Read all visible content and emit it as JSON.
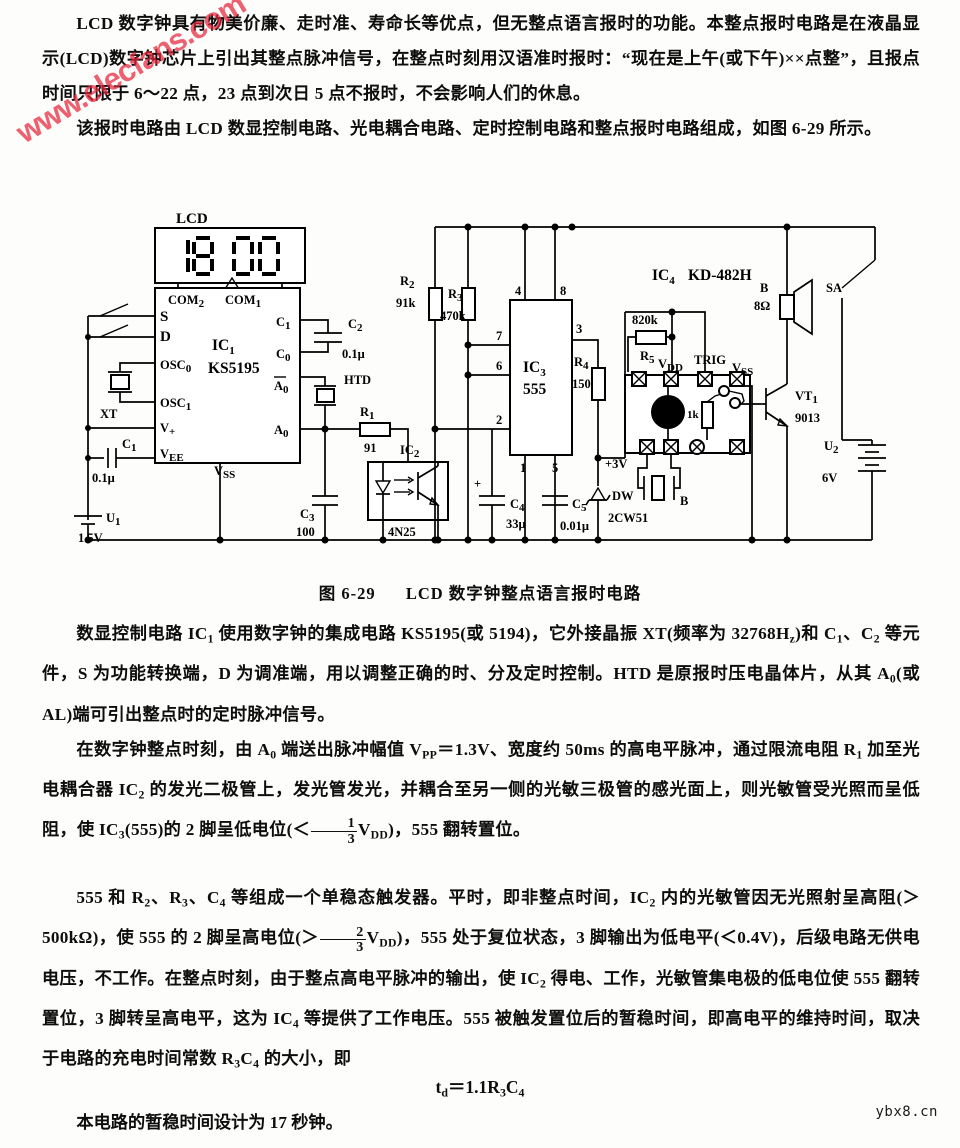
{
  "watermarks": {
    "diagonal": "www.elecfans.com",
    "bottom_right": "ybx8.cn"
  },
  "paragraphs": {
    "p1": "LCD 数字钟具有物美价廉、走时准、寿命长等优点，但无整点语言报时的功能。本整点报时电路是在液晶显示(LCD)数字钟芯片上引出其整点脉冲信号，在整点时刻用汉语准时报时：“现在是上午(或下午)××点整”，且报点时间只限于 6～22 点，23 点到次日 5 点不报时，不会影响人们的休息。",
    "p2": "该报时电路由 LCD 数显控制电路、光电耦合电路、定时控制电路和整点报时电路组成，如图 6-29 所示。",
    "p3_a": "数显控制电路 IC",
    "p3_b": " 使用数字钟的集成电路 KS5195(或 5194)，它外接晶振 XT(频率为 32768H",
    "p3_c": ")和 C",
    "p3_d": "、C",
    "p3_e": " 等元件，S 为功能转换端，D 为调准端，用以调整正确的时、分及定时控制。HTD 是原报时压电晶体片，从其 A",
    "p3_f": "(或 AL)端可引出整点时的定时脉冲信号。",
    "p4_a": "在数字钟整点时刻，由 A",
    "p4_b": " 端送出脉冲幅值 V",
    "p4_c": "＝1.3V、宽度约 50ms 的高电平脉冲，通过限流电阻 R",
    "p4_d": " 加至光电耦合器 IC",
    "p4_e": " 的发光二极管上，发光管发光，并耦合至另一侧的光敏三极管的感光面上，则光敏管受光照而呈低阻，使 IC",
    "p4_f": "(555)的 2 脚呈低电位(＜",
    "p4_g": "V",
    "p4_h": ")，555 翻转置位。",
    "p5_a": "555 和 R",
    "p5_b": "、R",
    "p5_c": "、C",
    "p5_d": " 等组成一个单稳态触发器。平时，即非整点时间，IC",
    "p5_e": " 内的光敏管因无光照射呈高阻(＞500kΩ)，使 555 的 2 脚呈高电位(＞",
    "p5_f": "V",
    "p5_g": ")，555 处于复位状态，3 脚输出为低电平(＜0.4V)，后级电路无供电电压，不工作。在整点时刻，由于整点高电平脉冲的输出，使 IC",
    "p5_h": " 得电、工作，光敏管集电极的低电位使 555 翻转置位，3 脚转呈高电平，这为 IC",
    "p5_i": " 等提供了工作电压。555 被触发置位后的暂稳时间，即高电平的维持时间，取决于电路的充电时间常数 R",
    "p5_j": "C",
    "p5_k": " 的大小，即",
    "p6": "本电路的暂稳时间设计为 17 秒钟。"
  },
  "formula": {
    "lhs": "t",
    "lhs_sub": "d",
    "eq": "＝1.1R",
    "r_sub": "3",
    "c": "C",
    "c_sub": "4"
  },
  "caption": {
    "number": "图 6-29",
    "title": "LCD 数字钟整点语言报时电路"
  },
  "figure": {
    "lcd_label": "LCD",
    "lcd_value": "18:00",
    "ic1": {
      "name": "IC",
      "sub": "1",
      "part": "KS5195"
    },
    "ic1_pins": {
      "com2": "COM",
      "com2_sub": "2",
      "com1": "COM",
      "com1_sub": "1",
      "s": "S",
      "d": "D",
      "osc0": "OSC",
      "osc0_sub": "0",
      "osc1": "OSC",
      "osc1_sub": "1",
      "vplus": "V",
      "vplus_sub": "+",
      "vee": "V",
      "vee_sub": "EE",
      "vss": "V",
      "vss_sub": "SS",
      "c1pin": "C",
      "c1pin_sub": "1",
      "c0pin": "C",
      "c0pin_sub": "0",
      "a0bar": "A",
      "a0bar_sub": "0",
      "a0": "A",
      "a0_sub": "0"
    },
    "xt": "XT",
    "htd": "HTD",
    "u1": {
      "name": "U",
      "sub": "1",
      "value": "1.5V"
    },
    "u2": {
      "name": "U",
      "sub": "2",
      "value": "6V"
    },
    "c1": {
      "name": "C",
      "sub": "1",
      "value": "0.1μ"
    },
    "c2": {
      "name": "C",
      "sub": "2",
      "value": "0.1μ"
    },
    "c3": {
      "name": "C",
      "sub": "3",
      "value": "100"
    },
    "c4": {
      "name": "C",
      "sub": "4",
      "value": "33μ",
      "polarity": "+"
    },
    "c5": {
      "name": "C",
      "sub": "5",
      "value": "0.01μ"
    },
    "r1": {
      "name": "R",
      "sub": "1",
      "value": "91"
    },
    "r2": {
      "name": "R",
      "sub": "2",
      "value": "91k"
    },
    "r3": {
      "name": "R",
      "sub": "3",
      "value": "470k"
    },
    "r4": {
      "name": "R",
      "sub": "4",
      "value": "150"
    },
    "r5": {
      "name": "R",
      "sub": "5",
      "value": "820k"
    },
    "r_internal": "1k",
    "ic2": {
      "name": "IC",
      "sub": "2",
      "part": "4N25"
    },
    "ic3": {
      "name": "IC",
      "sub": "3",
      "part": "555"
    },
    "ic3_pins": {
      "p1": "1",
      "p2": "2",
      "p3": "3",
      "p4": "4",
      "p5": "5",
      "p6": "6",
      "p7": "7",
      "p8": "8"
    },
    "ic4": {
      "name": "IC",
      "sub": "4",
      "part": "KD-482H"
    },
    "ic4_pins": {
      "vdd": "V",
      "vdd_sub": "DD",
      "trig": "TRIG",
      "vss": "V",
      "vss_sub": "SS"
    },
    "ic4_supply": "+3V",
    "ic4_osc": "B",
    "dw": {
      "name": "DW",
      "part": "2CW51"
    },
    "vt1": {
      "name": "VT",
      "sub": "1",
      "part": "9013"
    },
    "speaker": {
      "name": "B",
      "value": "8Ω"
    },
    "switch": "SA"
  }
}
